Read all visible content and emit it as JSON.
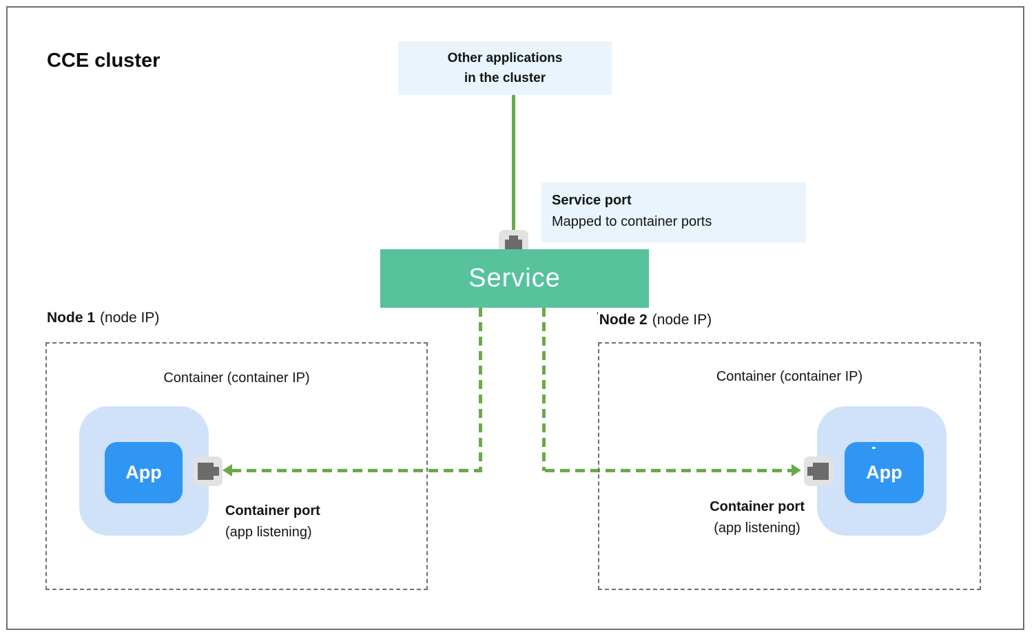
{
  "diagram": {
    "title": "CCE cluster",
    "other_apps": {
      "line1": "Other applications",
      "line2": "in the cluster"
    },
    "service": {
      "label": "Service"
    },
    "service_port": {
      "title": "Service port",
      "subtitle": "Mapped to container ports"
    },
    "nodes": [
      {
        "tick": "",
        "name": "Node 1",
        "ip": "(node IP)",
        "container_label": "Container (container IP)",
        "app_label": "App",
        "port_title": "Container port",
        "port_subtitle": "(app listening)"
      },
      {
        "tick": "'",
        "name": "Node 2",
        "ip": "(node IP)",
        "container_label": "Container (container IP)",
        "app_label": "App",
        "port_title": "Container port",
        "port_subtitle": "(app listening)"
      }
    ],
    "icons": {
      "service_port_icon": "port-icon",
      "node1_port_icon": "port-icon",
      "node2_port_icon": "port-icon"
    }
  },
  "colors": {
    "service_green": "#57c29c",
    "line_green": "#6aaa4a",
    "pod_blue": "#cfe2f9",
    "app_blue": "#3096f4",
    "label_bg": "#e9f4fd",
    "icon_bg": "#e2e2e2",
    "icon_glyph": "#6b6b6b",
    "border_gray": "#6f6f6f"
  }
}
